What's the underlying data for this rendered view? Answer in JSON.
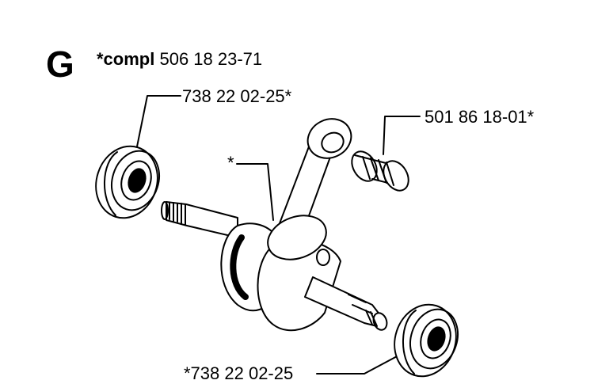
{
  "section": {
    "letter": "G"
  },
  "title": {
    "prefix": "*compl",
    "part_number": "506 18 23-71"
  },
  "callouts": {
    "bearing_top": "738 22 02-25*",
    "needle_bearing": "501 86 18-01*",
    "crankshaft": "*",
    "bearing_bottom": "*738 22 02-25"
  }
}
